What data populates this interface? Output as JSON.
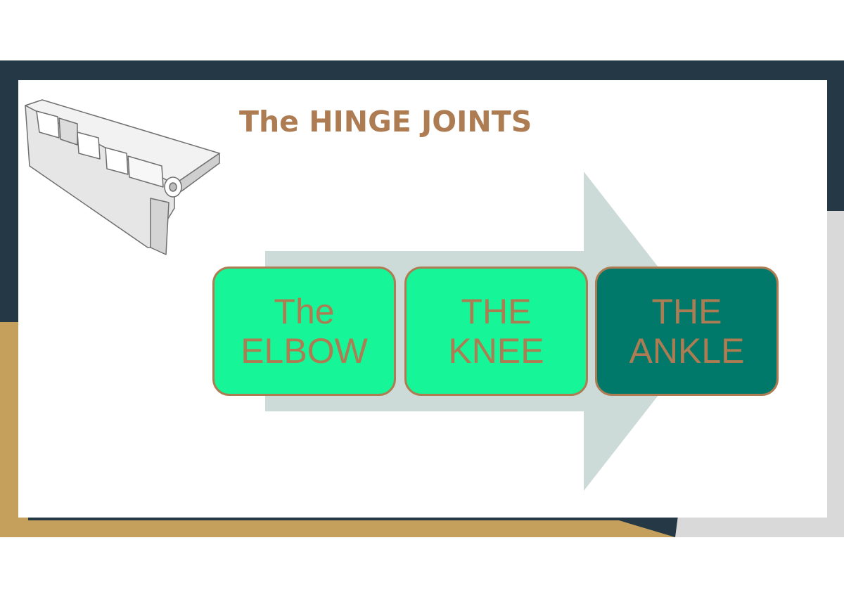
{
  "slide": {
    "title": "The HINGE JOINTS"
  },
  "diagram": {
    "boxes": [
      {
        "line1": "The",
        "line2": "ELBOW",
        "fill": "#16f597"
      },
      {
        "line1": "THE",
        "line2": "KNEE",
        "fill": "#16f597"
      },
      {
        "line1": "THE",
        "line2": "ANKLE",
        "fill": "#00796b"
      }
    ],
    "text_color": "#ad7c52",
    "arrow_color": "#ccdbd8"
  },
  "theme": {
    "navy": "#243845",
    "gold": "#c4a05c",
    "grey": "#d9d9d9",
    "panel": "#ffffff"
  },
  "image": {
    "icon": "hinge-icon"
  }
}
